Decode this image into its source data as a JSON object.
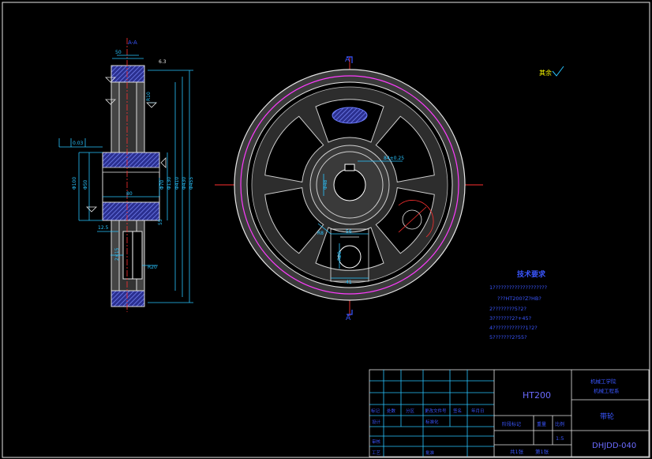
{
  "notes": {
    "title": "技术要求",
    "lines": [
      "1????????????????????",
      "???HT200?Z?HB?",
      "2????????5?2?",
      "3???????2?+45?",
      "4????????????1?2?",
      "5???????2?55?"
    ]
  },
  "roughness_note": "其余",
  "section_mark": "A",
  "title_block": {
    "material": "HT200",
    "part_name": "带轮",
    "drawing_no": "DHJDD-040",
    "school_line1": "机械工学院",
    "school_line2": "机械工程系",
    "scale": "1:5",
    "sheet_total": "共1张",
    "sheet_no": "第1张",
    "hdr_mark": "标记",
    "hdr_count": "处数",
    "hdr_zone": "分区",
    "hdr_docno": "更改文件号",
    "hdr_sign": "签名",
    "hdr_date": "年月日",
    "row_design": "设计",
    "row_std": "标准化",
    "row_check": "审核",
    "row_craft": "工艺",
    "row_approve": "批准",
    "stage_label": "阶段标记",
    "weight_label": "重量",
    "scale_label": "比例"
  }
}
